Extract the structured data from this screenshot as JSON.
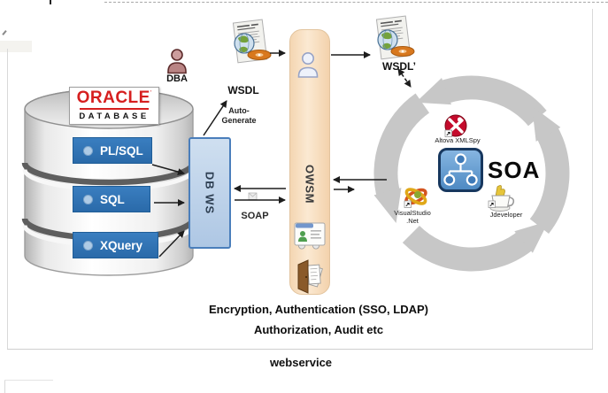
{
  "database": {
    "logo_title": "ORACLE",
    "logo_mark": "’",
    "logo_subtitle": "DATABASE",
    "rows": [
      {
        "label": "PL/SQL"
      },
      {
        "label": "SQL"
      },
      {
        "label": "XQuery"
      }
    ]
  },
  "dba": {
    "label": "DBA"
  },
  "dbws": {
    "label": "DB WS"
  },
  "wsdl": {
    "label": "WSDL"
  },
  "wsdl_prime": {
    "label": "WSDL’"
  },
  "auto_generate": {
    "line1": "Auto-",
    "line2": "Generate"
  },
  "soap": {
    "label": "SOAP"
  },
  "owsm": {
    "label": "OWSM"
  },
  "security_note": {
    "line1": "Encryption, Authentication (SSO, LDAP)",
    "line2": "Authorization, Audit etc"
  },
  "cycle": {
    "soa_label": "SOA",
    "altova": {
      "label": "Altova XMLSpy"
    },
    "visualstudio": {
      "line1": "VisualStudio",
      "line2": ".Net"
    },
    "jdeveloper": {
      "label": "Jdeveloper"
    }
  },
  "footer": {
    "label": "webservice"
  },
  "colors": {
    "row_blue": "#2E75B6",
    "dbws_fill": "#BFD3EA",
    "dbws_border": "#4A7EBB",
    "owsm_fill": "#F9E2C3",
    "oracle_red": "#D61F1F",
    "soa_fill": "#5B9BD5",
    "soa_border": "#17375E",
    "cycle_gray": "#C7C7C7",
    "arrow": "#1D1D1D"
  }
}
